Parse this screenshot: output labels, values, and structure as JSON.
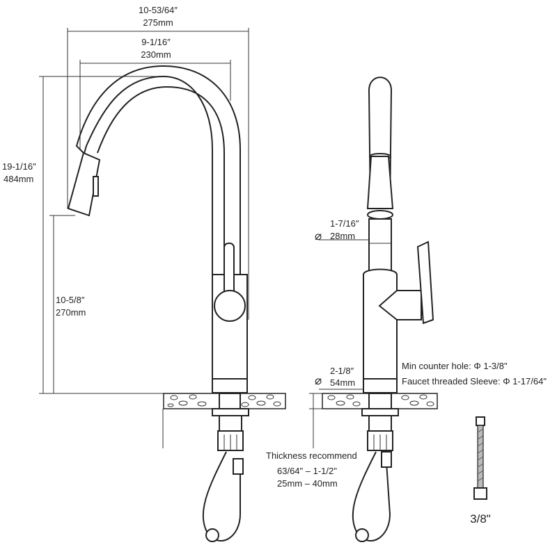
{
  "dimensions": {
    "overall_width_in": "10-53/64″",
    "overall_width_mm": "275mm",
    "spout_reach_in": "9-1/16″",
    "spout_reach_mm": "230mm",
    "height_in": "19-1/16″",
    "height_mm": "484mm",
    "spout_height_in": "10-5/8″",
    "spout_height_mm": "270mm",
    "spray_dia_in": "1-7/16″",
    "spray_dia_mm": "28mm",
    "base_dia_in": "2-1/8″",
    "base_dia_mm": "54mm",
    "diameter_symbol": "⌀"
  },
  "notes": {
    "counter_hole": "Min counter hole: Φ 1-3/8\"",
    "threaded_sleeve": "Faucet threaded Sleeve: Φ 1-17/64\"",
    "thickness_title": "Thickness recommend",
    "thickness_in": "63/64\"  –  1-1/2\"",
    "thickness_mm": "25mm  –  40mm"
  },
  "hose": {
    "size_label": "3/8\""
  }
}
